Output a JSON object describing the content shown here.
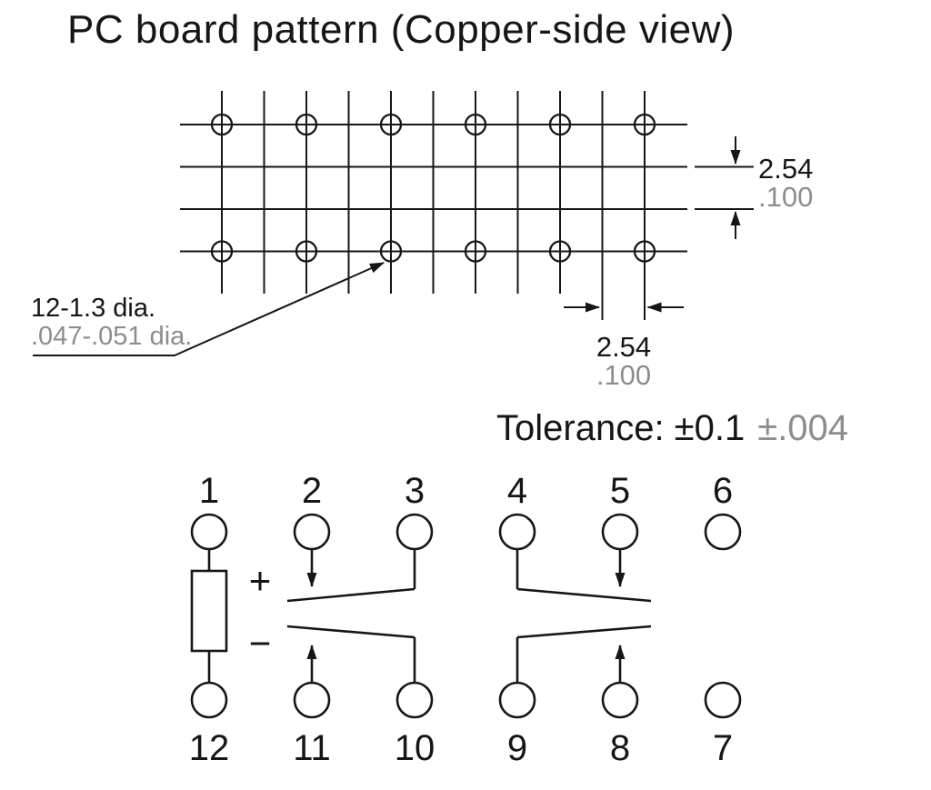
{
  "title": "PC board pattern (Copper-side view)",
  "colors": {
    "ink": "#161616",
    "secondary_gray": "#8d8d8d"
  },
  "pcb_pattern": {
    "hole_callout": {
      "mm": "12-1.3 dia.",
      "inch": ".047-.051 dia."
    },
    "row_pitch": {
      "mm": "2.54",
      "inch": ".100"
    },
    "col_pitch": {
      "mm": "2.54",
      "inch": ".100"
    },
    "tolerance": {
      "mm": "Tolerance: ±0.1",
      "inch": "±.004"
    }
  },
  "schematic": {
    "top_pins": [
      "1",
      "2",
      "3",
      "4",
      "5",
      "6"
    ],
    "bottom_pins": [
      "12",
      "11",
      "10",
      "9",
      "8",
      "7"
    ],
    "coil_polarity": {
      "plus": "+",
      "minus": "−"
    }
  }
}
